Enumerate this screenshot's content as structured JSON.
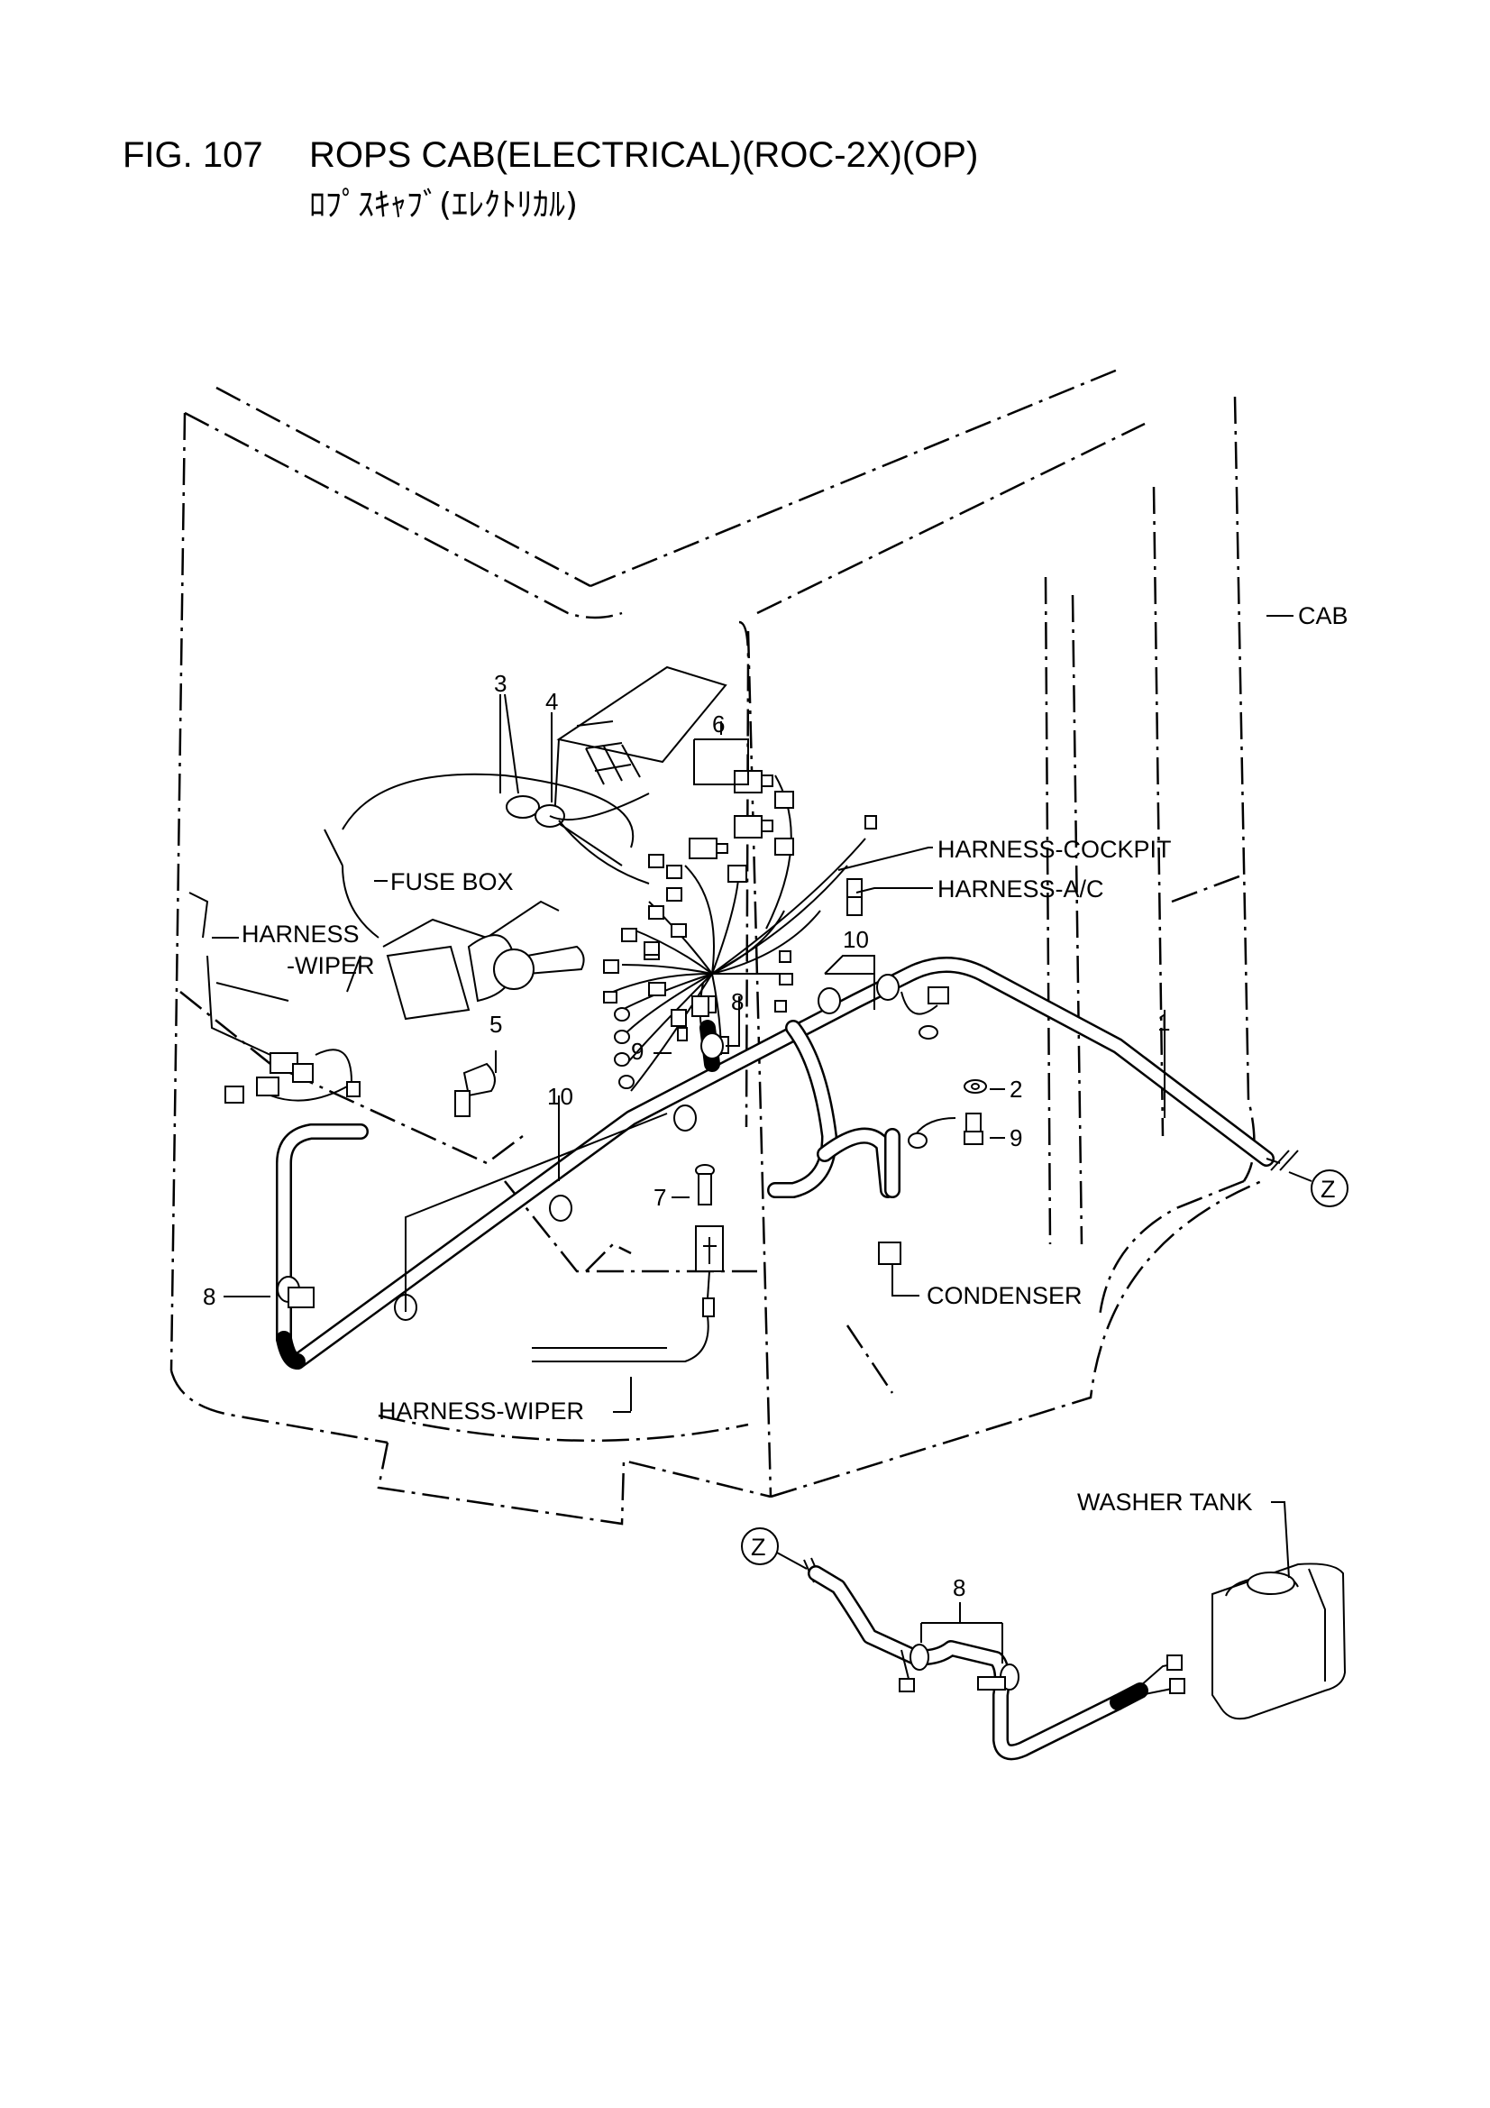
{
  "header": {
    "fig_no": "FIG. 107",
    "title": "ROPS CAB(ELECTRICAL)(ROC-2X)(OP)",
    "subtitle": "ﾛﾌﾟｽｷｬﾌﾞ(ｴﾚｸﾄﾘｶﾙ)"
  },
  "labels": {
    "cab": "CAB",
    "fuse_box": "FUSE BOX",
    "harness_wiper_1": "HARNESS",
    "harness_wiper_2": "-WIPER",
    "harness_cockpit": "HARNESS-COCKPIT",
    "harness_ac": "HARNESS-A/C",
    "condenser": "CONDENSER",
    "harness_wiper_bottom": "HARNESS-WIPER",
    "washer_tank": "WASHER TANK",
    "z_top": "Z",
    "z_bottom": "Z"
  },
  "callouts": {
    "c1": "1",
    "c2": "2",
    "c3": "3",
    "c4": "4",
    "c5": "5",
    "c6": "6",
    "c7": "7",
    "c8a": "8",
    "c8b": "8",
    "c8c": "8",
    "c9a": "9",
    "c9b": "9",
    "c10a": "10",
    "c10b": "10"
  }
}
